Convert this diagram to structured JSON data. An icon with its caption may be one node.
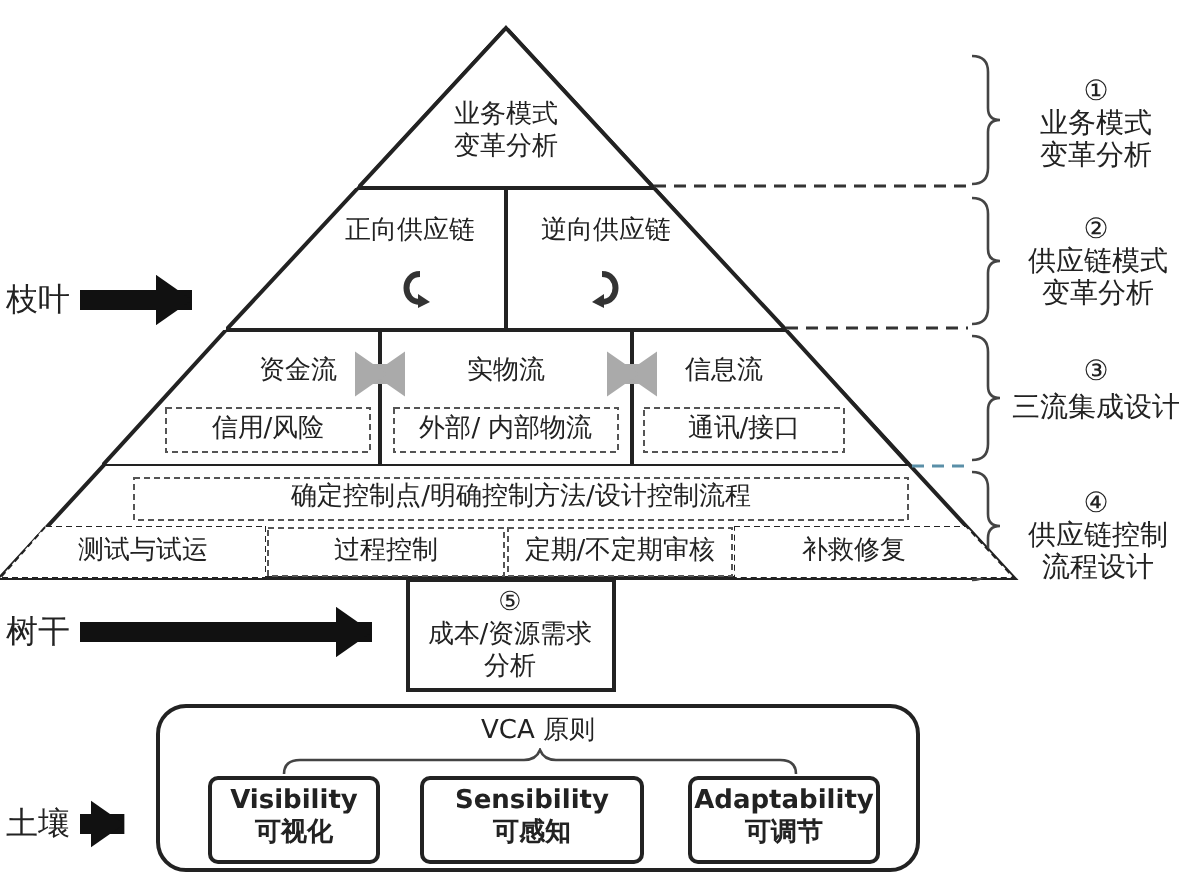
{
  "diagram": {
    "nodes": [
      {
        "text": [
          "业务模式变革分析"
        ]
      },
      {
        "text": [
          "正向供应链"
        ]
      },
      {
        "text": [
          "逆向供应链"
        ]
      },
      {
        "text": [
          "资金流"
        ]
      },
      {
        "text": [
          "信用/风险"
        ],
        "in": 3
      },
      {
        "text": [
          "实物流"
        ]
      },
      {
        "text": [
          "外部/ 内部物流"
        ],
        "in": 5
      },
      {
        "text": [
          "信息流"
        ]
      },
      {
        "text": [
          "通讯/接口"
        ],
        "in": 7
      },
      {
        "text": [
          "确定控制点/明确控制方法/设计控制流程"
        ]
      },
      {
        "text": [
          "测试与试运"
        ]
      },
      {
        "text": [
          "过程控制"
        ]
      },
      {
        "text": [
          "定期/不定期审核"
        ]
      },
      {
        "text": [
          "补救修复"
        ]
      },
      {
        "text": [
          "⑤",
          "成本/资源需求分析"
        ]
      },
      {
        "text": [
          "VCA 原则"
        ]
      },
      {
        "text": [
          "Visibility",
          "可视化"
        ],
        "in": 15
      },
      {
        "text": [
          "Sensibility",
          "可感知"
        ],
        "in": 15
      },
      {
        "text": [
          "Adaptability",
          "可调节"
        ],
        "in": 15
      },
      {
        "text": [
          "枝叶"
        ]
      },
      {
        "text": [
          "树干"
        ]
      },
      {
        "text": [
          "土壤"
        ]
      }
    ],
    "edges": [
      {
        "from": 19,
        "to": 1,
        "arrow": "to"
      },
      {
        "from": 20,
        "to": 14,
        "arrow": "to"
      },
      {
        "from": 21,
        "to": 15,
        "arrow": "to"
      },
      {
        "from": 3,
        "to": 5,
        "arrow": "both",
        "color": "#aaaaaa"
      },
      {
        "from": 5,
        "to": 7,
        "arrow": "both",
        "color": "#aaaaaa"
      }
    ],
    "labels": [
      "①",
      "业务模式变革分析",
      "②",
      "供应链模式变革分析",
      "③",
      "三流集成设计",
      "④",
      "供应链控制流程设计"
    ]
  }
}
